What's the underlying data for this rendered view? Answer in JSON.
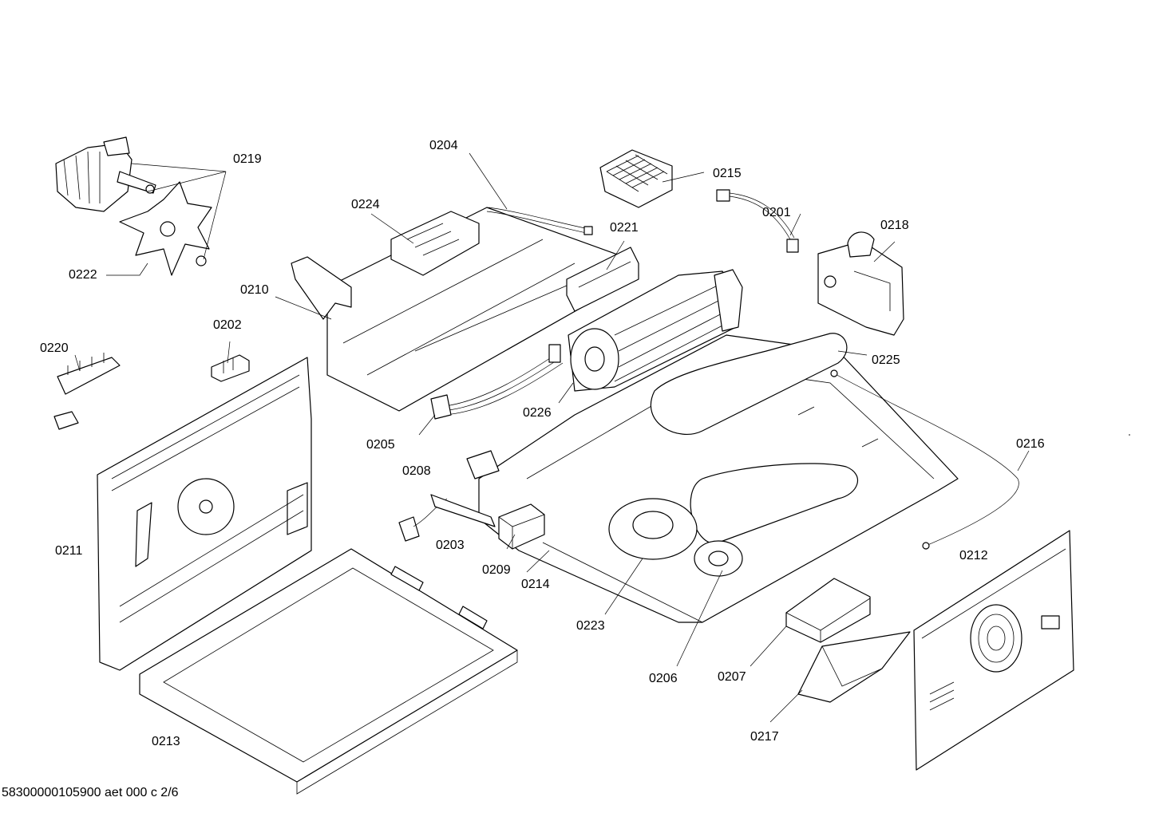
{
  "footer_code": "58300000105900 aet 000 c 2/6",
  "labels": {
    "p0201": "0201",
    "p0202": "0202",
    "p0203": "0203",
    "p0204": "0204",
    "p0205": "0205",
    "p0206": "0206",
    "p0207": "0207",
    "p0208": "0208",
    "p0209": "0209",
    "p0210": "0210",
    "p0211": "0211",
    "p0212": "0212",
    "p0213": "0213",
    "p0214": "0214",
    "p0215": "0215",
    "p0216": "0216",
    "p0217": "0217",
    "p0218": "0218",
    "p0219": "0219",
    "p0220": "0220",
    "p0221": "0221",
    "p0222": "0222",
    "p0223": "0223",
    "p0224": "0224",
    "p0225": "0225",
    "p0226": "0226"
  }
}
